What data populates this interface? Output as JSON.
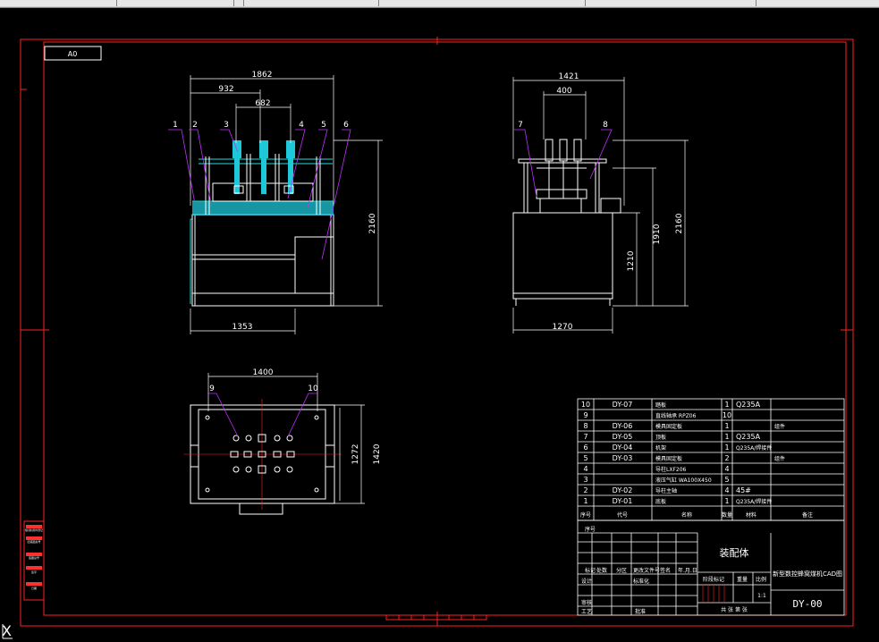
{
  "sheet": {
    "size_label": "A0"
  },
  "dims": {
    "front_width": "1862",
    "front_mid": "932",
    "front_inner": "682",
    "front_height": "2160",
    "front_base": "1353",
    "side_width": "1421",
    "side_inner": "400",
    "side_h1": "1910",
    "side_h2": "2160",
    "side_h3": "1210",
    "side_base": "1270",
    "top_width": "1400",
    "top_h1": "1272",
    "top_h2": "1420"
  },
  "balloons": [
    "1",
    "2",
    "3",
    "4",
    "5",
    "6",
    "7",
    "8",
    "9",
    "10"
  ],
  "bom": [
    {
      "no": "10",
      "code": "DY-07",
      "name": "踏板",
      "qty": "1",
      "mat": "Q235A",
      "note": ""
    },
    {
      "no": "9",
      "code": "",
      "name": "直线轴承 RPZ06",
      "qty": "10",
      "mat": "",
      "note": ""
    },
    {
      "no": "8",
      "code": "DY-06",
      "name": "模具固定板",
      "qty": "1",
      "mat": "",
      "note": "组件"
    },
    {
      "no": "7",
      "code": "DY-05",
      "name": "顶板",
      "qty": "1",
      "mat": "Q235A",
      "note": ""
    },
    {
      "no": "6",
      "code": "DY-04",
      "name": "机架",
      "qty": "1",
      "mat": "Q235A/焊接件",
      "note": ""
    },
    {
      "no": "5",
      "code": "DY-03",
      "name": "模具固定板",
      "qty": "2",
      "mat": "",
      "note": "组件"
    },
    {
      "no": "4",
      "code": "",
      "name": "导柱LXF206",
      "qty": "4",
      "mat": "",
      "note": ""
    },
    {
      "no": "3",
      "code": "",
      "name": "液压气缸 WA100X450",
      "qty": "5",
      "mat": "",
      "note": ""
    },
    {
      "no": "2",
      "code": "DY-02",
      "name": "导柱主轴",
      "qty": "4",
      "mat": "45#",
      "note": ""
    },
    {
      "no": "1",
      "code": "DY-01",
      "name": "底板",
      "qty": "1",
      "mat": "Q235A/焊接件",
      "note": ""
    }
  ],
  "bom_header": [
    "序号",
    "代号",
    "名称",
    "数量",
    "材料",
    "备注"
  ],
  "title_block": {
    "assembly": "装配体",
    "title": "新型数控蜂窝煤机CAD图",
    "drawing_no": "DY-00",
    "scale": "1:1",
    "labels_row": [
      "标记",
      "处数",
      "分区",
      "更改文件号",
      "签名",
      "年.月.日"
    ],
    "design": "设计",
    "check": "审核",
    "craft": "工艺",
    "standard": "标准化",
    "approve": "批准",
    "stage": "阶段标记",
    "weight": "重量",
    "ratio": "比例",
    "sheets": "共 张 第 张"
  },
  "left_strip": [
    "借(通)用件登记",
    "旧底图总号",
    "底图总号",
    "签字",
    "日期"
  ],
  "coord_glyph": "X"
}
